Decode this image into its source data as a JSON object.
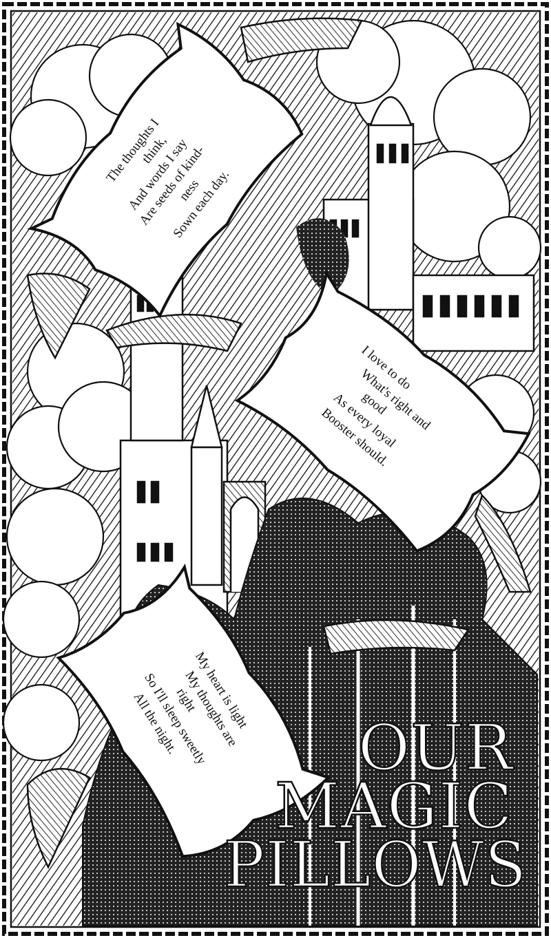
{
  "title": {
    "lines": [
      "OUR",
      "MAGIC",
      "PILLOWS"
    ]
  },
  "pillows": [
    {
      "lines": [
        "The thoughts I",
        "think,",
        "And words I say",
        "Are seeds of kind-",
        "ness",
        "Sown each day."
      ]
    },
    {
      "lines": [
        "I love to do",
        "What's right and",
        "good",
        "As every loyal",
        "Booster should."
      ]
    },
    {
      "lines": [
        "My heart is light",
        "My thoughts are",
        "right",
        "So I'll sleep sweetly",
        "All the night."
      ]
    }
  ],
  "colors": {
    "ink": "#111111",
    "paper": "#ffffff"
  }
}
